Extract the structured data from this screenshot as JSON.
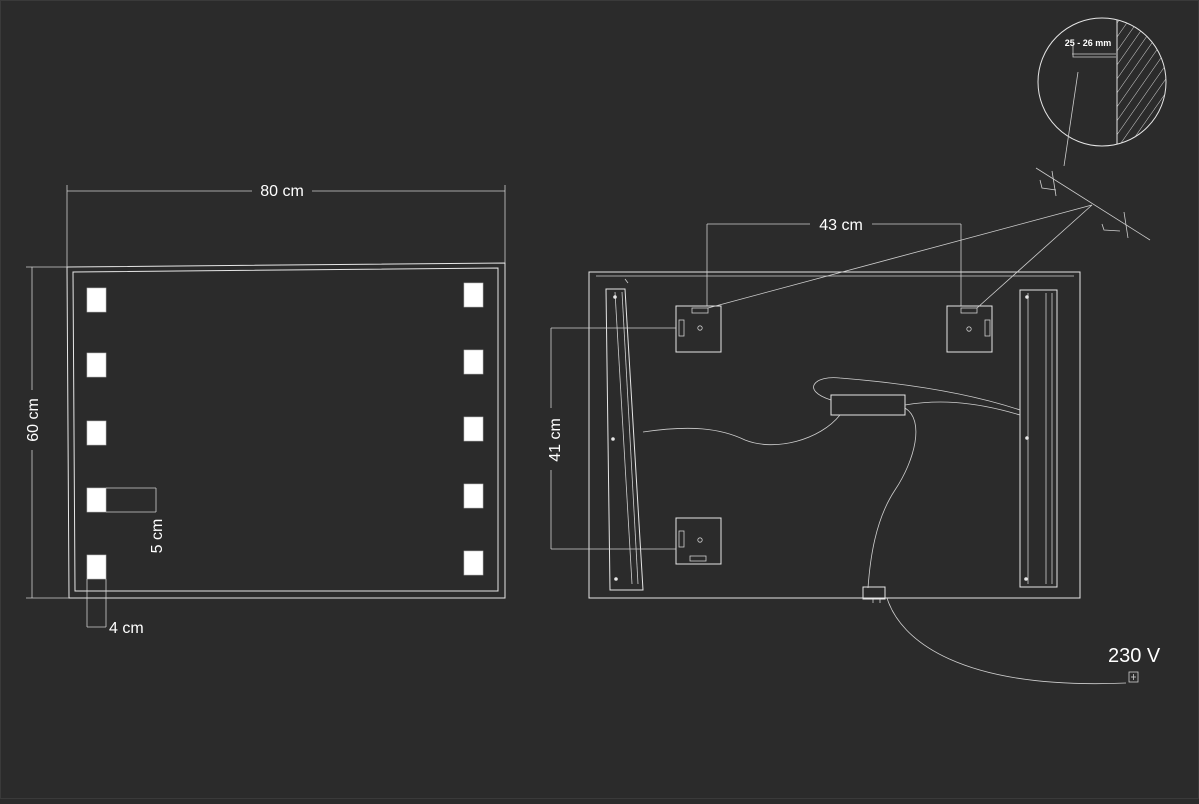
{
  "front_view": {
    "width_label": "80 cm",
    "height_label": "60 cm",
    "led_height_label": "5 cm",
    "edge_offset_label": "4 cm"
  },
  "back_view": {
    "bracket_spacing_label": "43 cm",
    "bracket_vertical_label": "41 cm",
    "voltage_label": "230 V"
  },
  "detail": {
    "wall_gap_label": "25 - 26 mm"
  },
  "colors": {
    "background": "#2b2b2b",
    "line": "#e6e6e6",
    "led": "#ffffff"
  }
}
